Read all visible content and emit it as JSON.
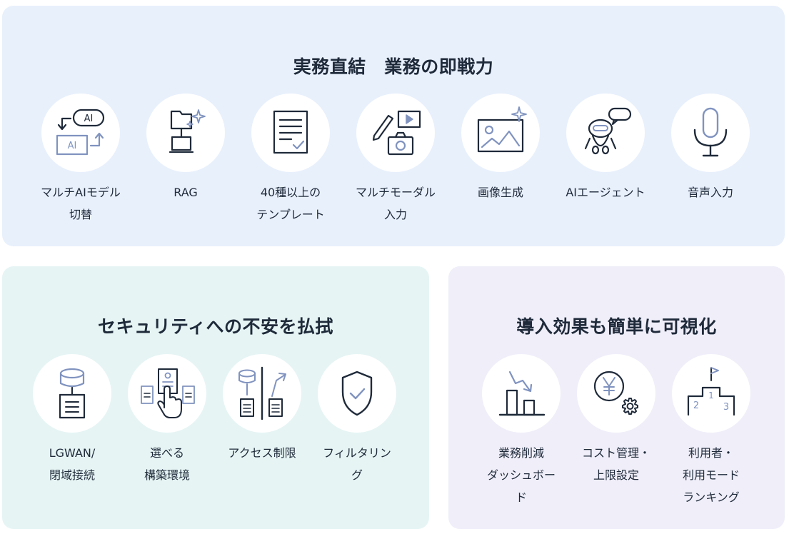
{
  "sections": {
    "top": {
      "title": "実務直結　業務の即戦力",
      "items": [
        {
          "label": "マルチAIモデル\n切替",
          "icon": "ai-switch-icon"
        },
        {
          "label": "RAG",
          "icon": "rag-folder-icon"
        },
        {
          "label": "40種以上の\nテンプレート",
          "icon": "document-template-icon"
        },
        {
          "label": "マルチモーダル\n入力",
          "icon": "multimodal-input-icon"
        },
        {
          "label": "画像生成",
          "icon": "image-generation-icon"
        },
        {
          "label": "AIエージェント",
          "icon": "robot-agent-icon"
        },
        {
          "label": "音声入力",
          "icon": "microphone-icon"
        }
      ]
    },
    "security": {
      "title": "セキュリティへの不安を払拭",
      "items": [
        {
          "label": "LGWAN/\n閉域接続",
          "icon": "database-server-icon"
        },
        {
          "label": "選べる\n構築環境",
          "icon": "select-environment-icon"
        },
        {
          "label": "アクセス制限",
          "icon": "access-restriction-icon"
        },
        {
          "label": "フィルタリン\nグ",
          "icon": "shield-check-icon"
        }
      ]
    },
    "effect": {
      "title": "導入効果も簡単に可視化",
      "items": [
        {
          "label": "業務削減\nダッシュボー\nド",
          "icon": "bar-chart-down-icon"
        },
        {
          "label": "コスト管理・\n上限設定",
          "icon": "yen-gear-icon"
        },
        {
          "label": "利用者・\n利用モード\nランキング",
          "icon": "podium-ranking-icon"
        }
      ]
    }
  },
  "colors": {
    "dark": "#1f2a3a",
    "accent": "#8093bf",
    "panel_top": "#e8f0fc",
    "panel_security": "#e6f4f4",
    "panel_effect": "#efeef9"
  }
}
